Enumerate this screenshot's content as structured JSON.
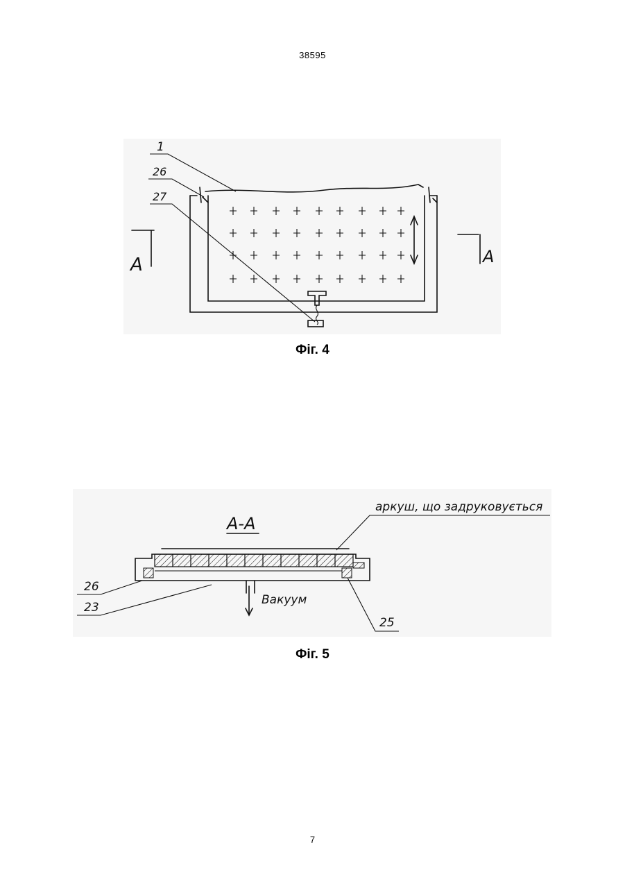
{
  "header": {
    "doc_number": "38595"
  },
  "figure4": {
    "caption": "Фіг. 4",
    "labels": {
      "ref1": "1",
      "ref26": "26",
      "ref27": "27",
      "section_left": "A",
      "section_right": "A"
    }
  },
  "figure5": {
    "caption": "Фіг. 5",
    "labels": {
      "section_title": "A-A",
      "sheet_note": "аркуш, що задруковується",
      "vacuum": "Вакуум",
      "ref26": "26",
      "ref23": "23",
      "ref25": "25"
    }
  },
  "footer": {
    "page_number": "7"
  }
}
